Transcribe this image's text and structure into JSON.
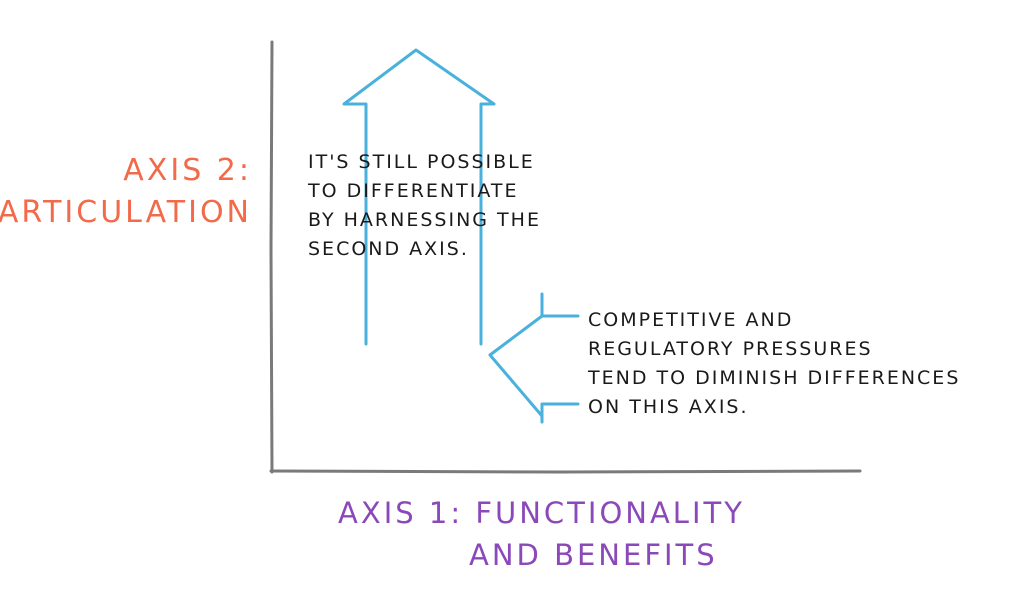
{
  "axes": {
    "y_axis_label": [
      "AXIS 2:",
      "ARTICULATION"
    ],
    "x_axis_label": [
      "AXIS 1: FUNCTIONALITY",
      "AND BENEFITS"
    ]
  },
  "annotations": {
    "arrow_note": [
      "IT'S STILL POSSIBLE",
      "TO DIFFERENTIATE",
      "BY HARNESSING THE",
      "SECOND AXIS."
    ],
    "bracket_note": [
      "COMPETITIVE AND",
      "REGULATORY PRESSURES",
      "TEND TO DIMINISH DIFFERENCES",
      "ON THIS AXIS."
    ]
  },
  "colors": {
    "y_axis_label": "#f26a4a",
    "x_axis_label": "#8b48b8",
    "arrow": "#4ab0dc",
    "axes": "#7a7a7a",
    "text": "#1a1a1a"
  }
}
